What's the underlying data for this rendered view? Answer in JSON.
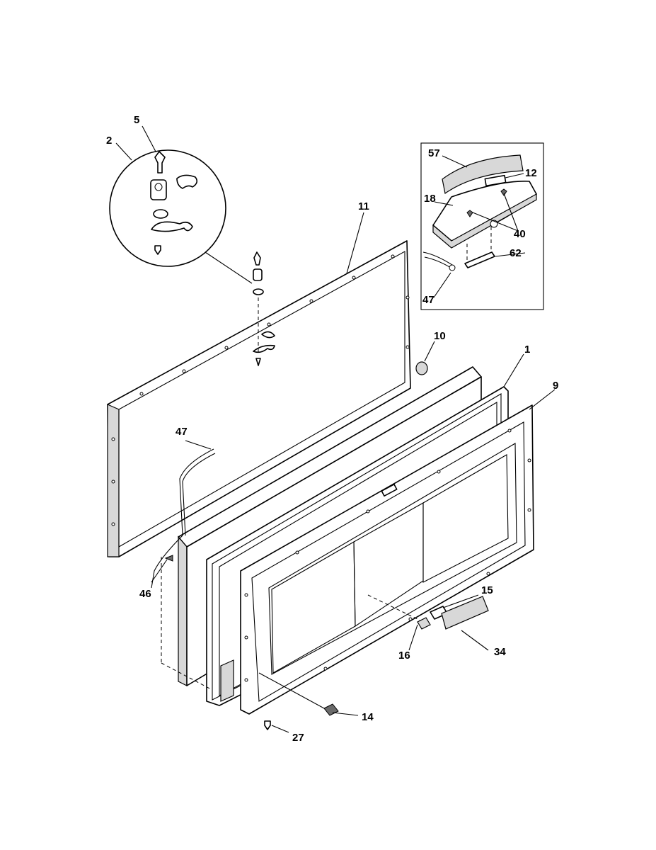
{
  "callouts": {
    "c5": "5",
    "c2": "2",
    "c11": "11",
    "c57": "57",
    "c12": "12",
    "c18": "18",
    "c40": "40",
    "c62": "62",
    "c47_inset": "47",
    "c10": "10",
    "c1": "1",
    "c9": "9",
    "c47": "47",
    "c46": "46",
    "c15": "15",
    "c16": "16",
    "c34": "34",
    "c14": "14",
    "c27": "27"
  }
}
